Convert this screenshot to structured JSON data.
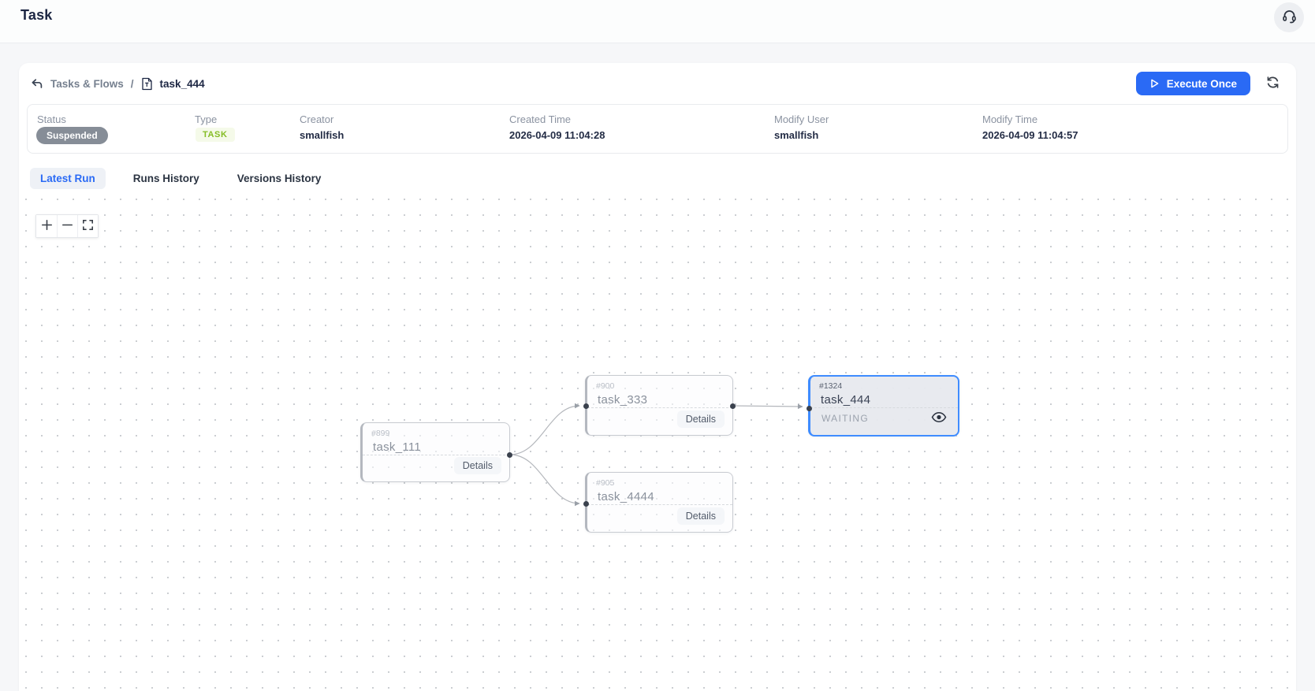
{
  "header": {
    "title": "Task"
  },
  "breadcrumb": {
    "parent": "Tasks & Flows",
    "separator": "/",
    "current": "task_444"
  },
  "actions": {
    "execute": "Execute Once"
  },
  "info": {
    "fields": [
      {
        "label": "Status",
        "value": "Suspended"
      },
      {
        "label": "Type",
        "value": "TASK"
      },
      {
        "label": "Creator",
        "value": "smallfish"
      },
      {
        "label": "Created Time",
        "value": "2026-04-09 11:04:28"
      },
      {
        "label": "Modify User",
        "value": "smallfish"
      },
      {
        "label": "Modify Time",
        "value": "2026-04-09 11:04:57"
      }
    ]
  },
  "tabs": [
    {
      "label": "Latest Run",
      "active": true
    },
    {
      "label": "Runs History",
      "active": false
    },
    {
      "label": "Versions History",
      "active": false
    }
  ],
  "canvas": {
    "nodes": [
      {
        "id": "#899",
        "name": "task_111",
        "action": "Details"
      },
      {
        "id": "#900",
        "name": "task_333",
        "action": "Details"
      },
      {
        "id": "#905",
        "name": "task_4444",
        "action": "Details"
      },
      {
        "id": "#1324",
        "name": "task_444",
        "status": "WAITING"
      }
    ],
    "edges": [
      {
        "from": "task_111",
        "to": "task_333"
      },
      {
        "from": "task_111",
        "to": "task_4444"
      },
      {
        "from": "task_333",
        "to": "task_444"
      }
    ]
  },
  "colors": {
    "accent": "#2a6af5",
    "selected_border": "#3f8cff",
    "badge_gray": "#868d97",
    "badge_green_bg": "#f5fae9",
    "badge_green_text": "#85bd25"
  }
}
